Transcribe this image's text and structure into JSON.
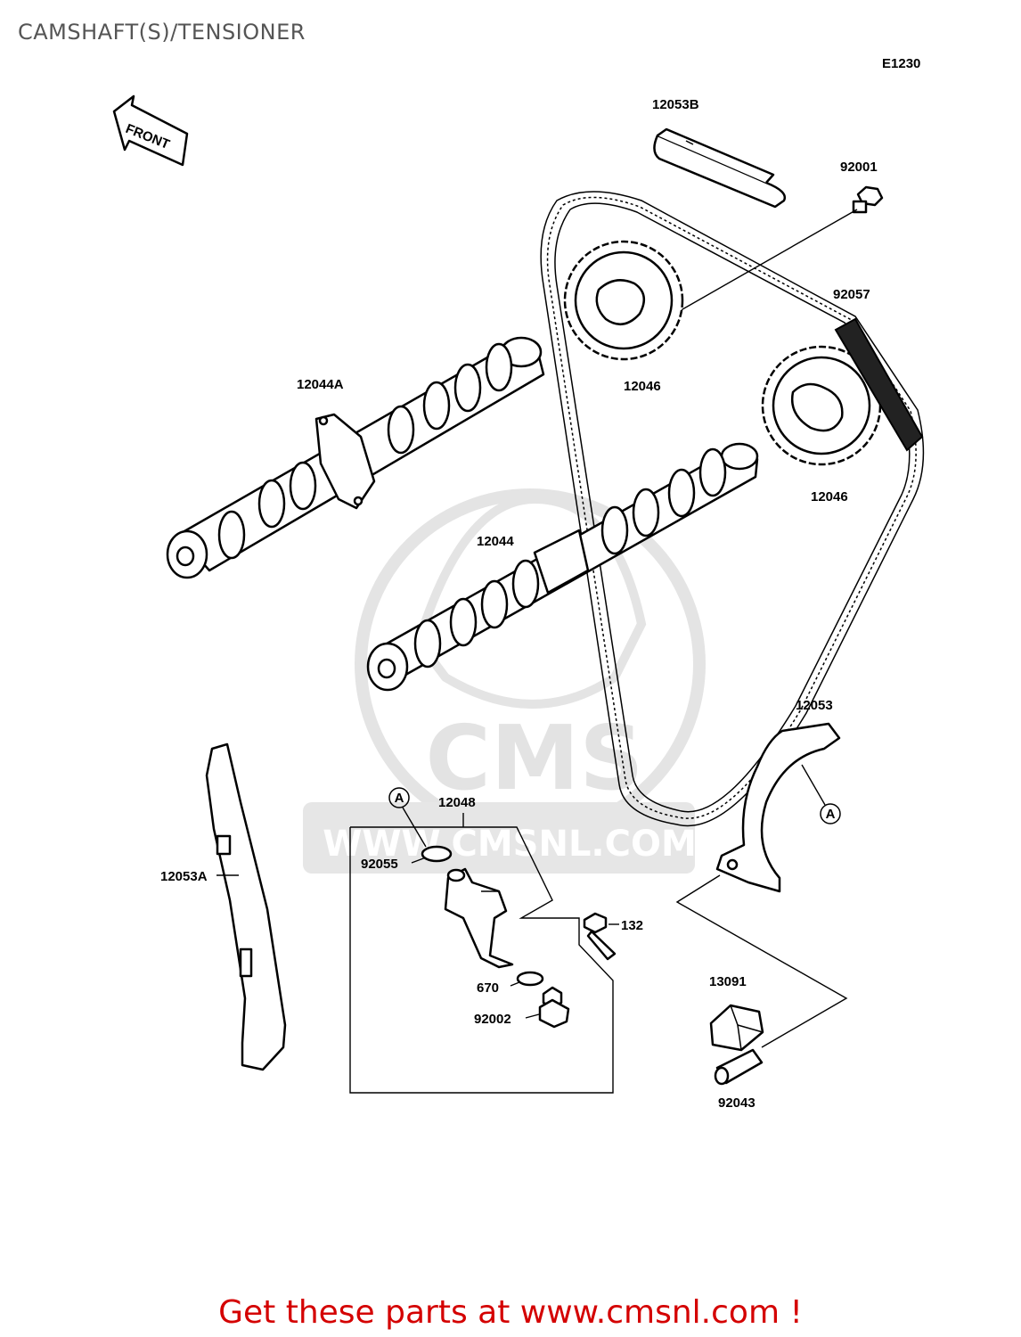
{
  "page": {
    "title": "CAMSHAFT(S)/TENSIONER",
    "diagram_code": "E1230",
    "front_label": "FRONT",
    "footer": "Get these parts at www.cmsnl.com !"
  },
  "watermark": {
    "brand": "CMS",
    "url": "WWW.CMSNL.COM"
  },
  "callouts": {
    "ref_a": "A",
    "p12053B": "12053B",
    "p92001": "92001",
    "p92057": "92057",
    "p12046_upper": "12046",
    "p12046_lower": "12046",
    "p12044A": "12044A",
    "p12044": "12044",
    "p12053": "12053",
    "p12048": "12048",
    "p92055": "92055",
    "p12053A": "12053A",
    "p132": "132",
    "p670": "670",
    "p92002": "92002",
    "p13091": "13091",
    "p92043": "92043"
  }
}
